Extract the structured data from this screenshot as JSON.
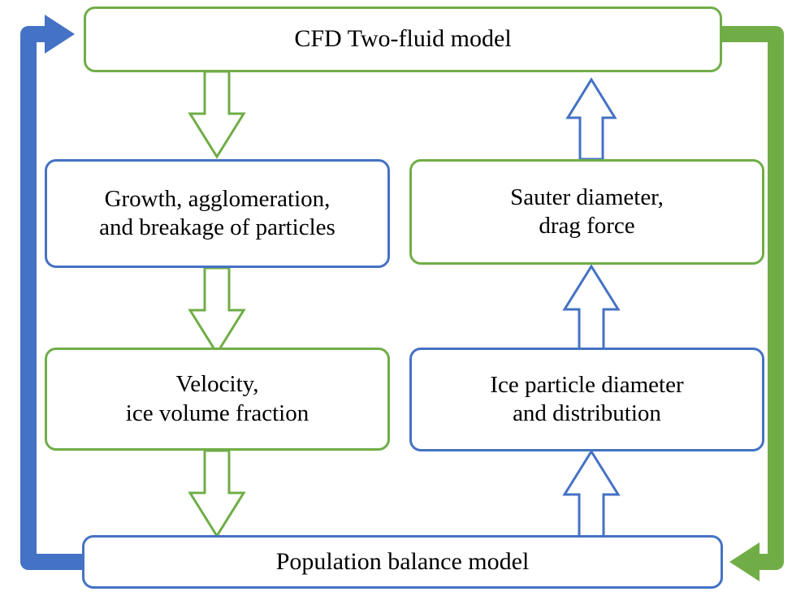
{
  "diagram": {
    "title": "CFD two-fluid model and population balance model coupling loop",
    "colors": {
      "green": "#70ad47",
      "blue": "#4472c4",
      "text": "#000000",
      "background": "#ffffff"
    },
    "nodes": [
      {
        "id": "cfd-two-fluid-model",
        "label": "CFD Two-fluid model",
        "border": "green",
        "font_size": 30
      },
      {
        "id": "growth-agglomeration-breakage",
        "label": "Growth, agglomeration,\nand breakage of particles",
        "border": "blue",
        "font_size": 29
      },
      {
        "id": "sauter-diameter-drag-force",
        "label": "Sauter diameter,\ndrag force",
        "border": "green",
        "font_size": 29
      },
      {
        "id": "velocity-ice-volume-fraction",
        "label": "Velocity,\nice volume fraction",
        "border": "green",
        "font_size": 29
      },
      {
        "id": "ice-particle-diameter-distribution",
        "label": "Ice particle diameter\nand distribution",
        "border": "blue",
        "font_size": 29
      },
      {
        "id": "population-balance-model",
        "label": "Population balance model",
        "border": "blue",
        "font_size": 30
      }
    ],
    "arrows": [
      {
        "id": "cfd-to-growth",
        "color": "green",
        "direction": "down"
      },
      {
        "id": "growth-to-velocity",
        "color": "green",
        "direction": "down"
      },
      {
        "id": "velocity-to-population",
        "color": "green",
        "direction": "down"
      },
      {
        "id": "population-to-ice-particle",
        "color": "blue",
        "direction": "up"
      },
      {
        "id": "ice-particle-to-sauter",
        "color": "blue",
        "direction": "up"
      },
      {
        "id": "sauter-to-cfd",
        "color": "blue",
        "direction": "up"
      },
      {
        "id": "population-to-cfd-left-loop",
        "color": "blue",
        "direction": "up-left-return"
      },
      {
        "id": "cfd-to-population-right-loop",
        "color": "green",
        "direction": "down-right-return"
      }
    ]
  }
}
